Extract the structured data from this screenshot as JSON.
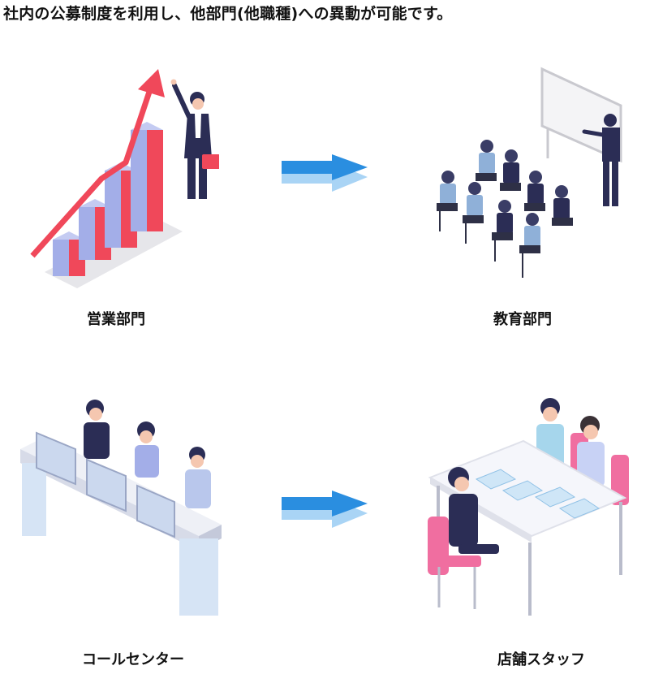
{
  "title": "社内の公募制度を利用し、他部門(他職種)への異動が可能です。",
  "departments": [
    {
      "label": "営業部門",
      "icon": "sales-growth-illustration"
    },
    {
      "label": "教育部門",
      "icon": "training-classroom-illustration"
    },
    {
      "label": "コールセンター",
      "icon": "call-center-illustration"
    },
    {
      "label": "店舗スタッフ",
      "icon": "store-staff-meeting-illustration"
    }
  ],
  "colors": {
    "arrow_top": "#2a8ee0",
    "arrow_bottom": "#a9d4f5",
    "bar_red": "#f0485a",
    "bar_blue": "#a3aee8",
    "suit_navy": "#2b2d55",
    "chair_pink": "#f06ea0"
  }
}
